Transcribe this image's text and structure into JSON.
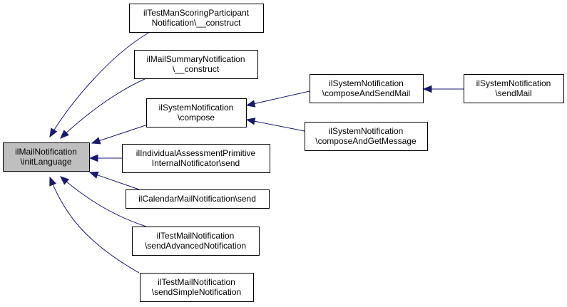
{
  "diagram": {
    "nodes": [
      {
        "id": "init_language",
        "lines": [
          "ilMailNotification",
          "\\initLanguage"
        ]
      },
      {
        "id": "test_man_scoring",
        "lines": [
          "ilTestManScoringParticipant",
          "Notification\\__construct"
        ]
      },
      {
        "id": "mail_summary",
        "lines": [
          "ilMailSummaryNotification",
          "\\__construct"
        ]
      },
      {
        "id": "sys_compose",
        "lines": [
          "ilSystemNotification",
          "\\compose"
        ]
      },
      {
        "id": "individual_assessment",
        "lines": [
          "ilIndividualAssessmentPrimitive",
          "InternalNotificator\\send"
        ]
      },
      {
        "id": "calendar_mail",
        "lines": [
          "ilCalendarMailNotification\\send"
        ]
      },
      {
        "id": "test_mail_advanced",
        "lines": [
          "ilTestMailNotification",
          "\\sendAdvancedNotification"
        ]
      },
      {
        "id": "test_mail_simple",
        "lines": [
          "ilTestMailNotification",
          "\\sendSimpleNotification"
        ]
      },
      {
        "id": "sys_compose_send",
        "lines": [
          "ilSystemNotification",
          "\\composeAndSendMail"
        ]
      },
      {
        "id": "sys_compose_get",
        "lines": [
          "ilSystemNotification",
          "\\composeAndGetMessage"
        ]
      },
      {
        "id": "sys_send_mail",
        "lines": [
          "ilSystemNotification",
          "\\sendMail"
        ]
      }
    ],
    "edges": [
      {
        "from": "test_man_scoring",
        "to": "init_language"
      },
      {
        "from": "mail_summary",
        "to": "init_language"
      },
      {
        "from": "sys_compose",
        "to": "init_language"
      },
      {
        "from": "individual_assessment",
        "to": "init_language"
      },
      {
        "from": "calendar_mail",
        "to": "init_language"
      },
      {
        "from": "test_mail_advanced",
        "to": "init_language"
      },
      {
        "from": "test_mail_simple",
        "to": "init_language"
      },
      {
        "from": "sys_compose_send",
        "to": "sys_compose"
      },
      {
        "from": "sys_compose_get",
        "to": "sys_compose"
      },
      {
        "from": "sys_send_mail",
        "to": "sys_compose_send"
      }
    ],
    "colors": {
      "edge": "#191970",
      "focus_fill": "#bfbfbf",
      "node_fill": "#ffffff",
      "border": "#000000"
    }
  }
}
